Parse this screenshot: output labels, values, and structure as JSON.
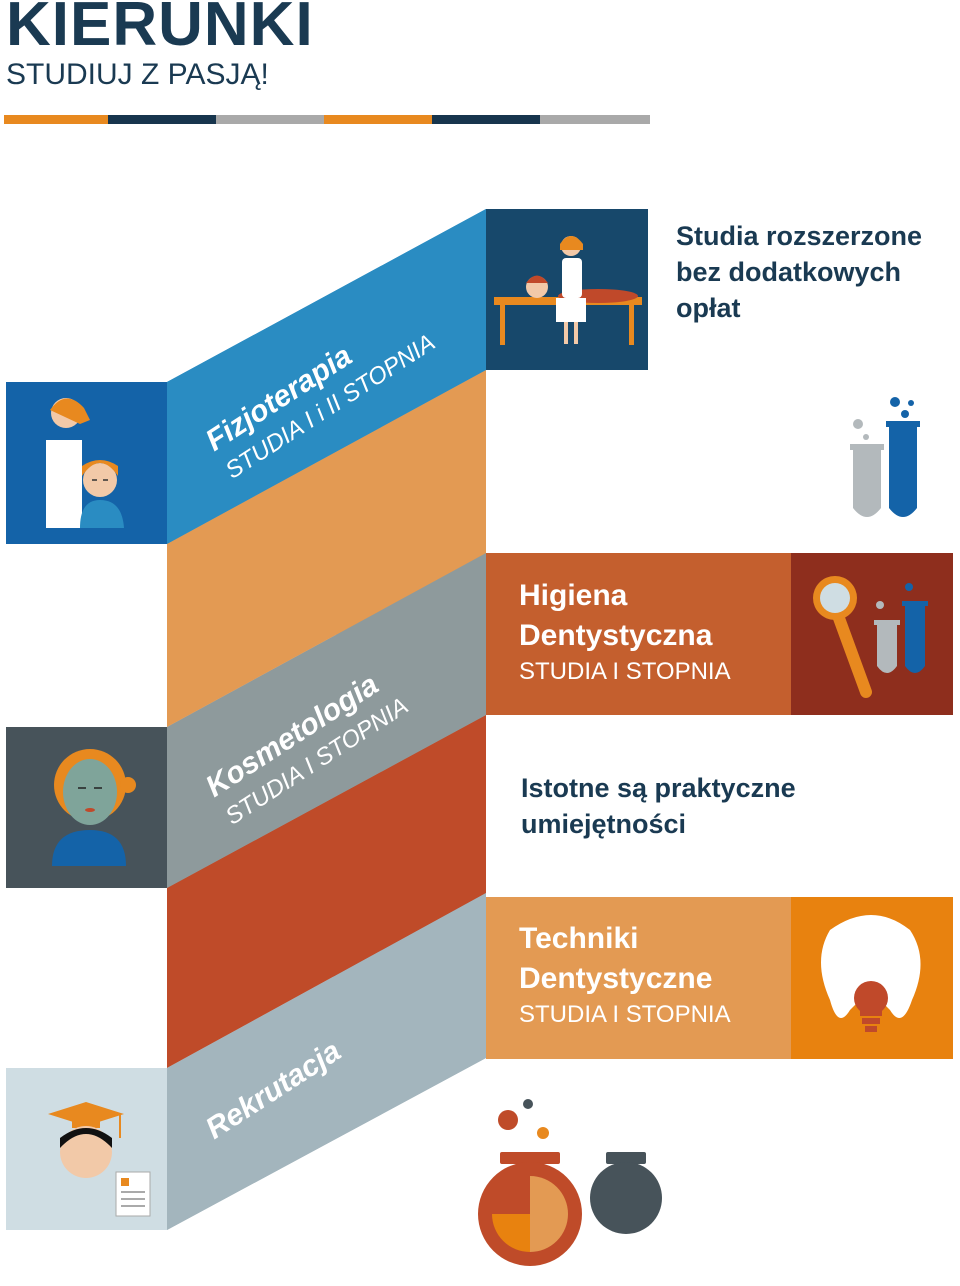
{
  "header": {
    "title": "KIERUNKI",
    "subtitle": "STUDIUJ Z PASJĄ!",
    "stripe_colors": [
      "#e8891f",
      "#17354d",
      "#a9a9a9",
      "#e8891f",
      "#17354d",
      "#a9a9a9"
    ]
  },
  "notes": {
    "extended": [
      "Studia rozszerzone",
      "bez dodatkowych",
      "opłat"
    ],
    "practical": [
      "Istotne są praktyczne",
      "umiejętności"
    ]
  },
  "programs": [
    {
      "name": "Fizjoterapia",
      "level": "STUDIA I i II STOPNIA",
      "icon": "physiotherapist-icon"
    },
    {
      "name": "Kosmetologia",
      "level": "STUDIA I STOPNIA",
      "icon": "face-mask-icon"
    },
    {
      "name": "Rekrutacja",
      "level": "",
      "icon": "graduate-icon"
    },
    {
      "name_lines": [
        "Higiena",
        "Dentystyczna"
      ],
      "level": "STUDIA I STOPNIA",
      "icon": "magnifier-test-tubes-icon"
    },
    {
      "name_lines": [
        "Techniki",
        "Dentystyczne"
      ],
      "level": "STUDIA I STOPNIA",
      "icon": "tooth-implant-icon"
    }
  ],
  "colors": {
    "navy": "#17354d",
    "blue": "#2a8cc2",
    "orange": "#e8891f",
    "rust": "#c0492a",
    "grey": "#9aa3a6",
    "light_grey": "#a3b5bd"
  }
}
